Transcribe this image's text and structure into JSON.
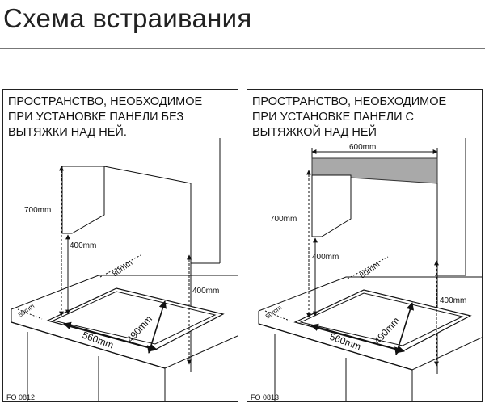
{
  "page": {
    "title": "Схема встраивания"
  },
  "panels": [
    {
      "caption": "ПРОСТРАНСТВО, НЕОБХОДИМОЕ\nПРИ УСТАНОВКЕ ПАНЕЛИ БЕЗ\nВЫТЯЖКИ НАД НЕЙ.",
      "labels": {
        "cabinet_height": "700mm",
        "gap_height": "400mm",
        "side_height": "400mm",
        "back_clearance": "80mm",
        "front_clearance": "50mm",
        "width": "560mm",
        "depth": "490mm",
        "code": "FO 0812"
      }
    },
    {
      "caption": "ПРОСТРАНСТВО, НЕОБХОДИМОЕ\nПРИ УСТАНОВКЕ ПАНЕЛИ С\nВЫТЯЖКОЙ НАД НЕЙ",
      "labels": {
        "hood_width": "600mm",
        "cabinet_height": "700mm",
        "gap_height": "400mm",
        "side_height": "400mm",
        "back_clearance": "80mm",
        "front_clearance": "50mm",
        "width": "560mm",
        "depth": "490mm",
        "code": "FO 0813"
      }
    }
  ]
}
